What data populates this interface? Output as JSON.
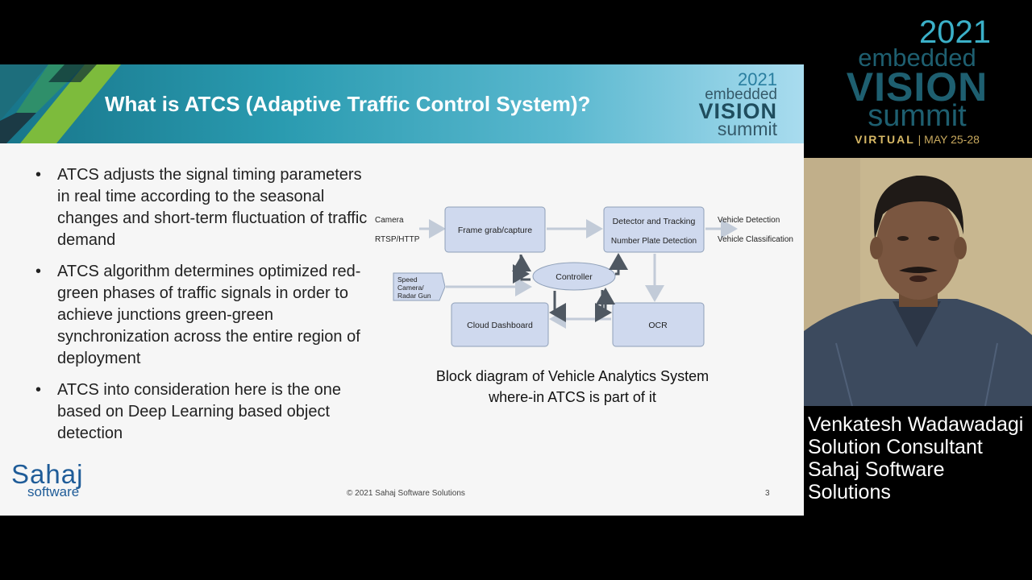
{
  "slide": {
    "title": "What is ATCS (Adaptive Traffic Control System)?",
    "header_logo": {
      "year": "2021",
      "line1": "embedded",
      "line2": "VISION",
      "line3": "summit"
    },
    "bullets": [
      "ATCS adjusts the signal timing parameters in real time according to the seasonal changes and short-term fluctuation of traffic demand",
      "ATCS algorithm determines optimized red-green phases of traffic signals in order to achieve junctions green-green synchronization across the entire region of deployment",
      "ATCS into consideration here is the one based on Deep Learning based object detection"
    ],
    "diagram": {
      "inputs": {
        "camera": "Camera",
        "protocol": "RTSP/HTTP"
      },
      "frame_grab": "Frame grab/capture",
      "detector_line1": "Detector and Tracking",
      "detector_line2": "Number Plate Detection",
      "outputs": {
        "detection": "Vehicle Detection",
        "classification": "Vehicle Classification"
      },
      "controller": "Controller",
      "speed_camera": {
        "line1": "Speed",
        "line2": "Camera/",
        "line3": "Radar Gun"
      },
      "cloud_dashboard": "Cloud Dashboard",
      "ocr": "OCR"
    },
    "caption_line1": "Block diagram of Vehicle Analytics System",
    "caption_line2": "where-in ATCS is part of it",
    "company_logo": {
      "line1": "Sahaj",
      "line2": "software"
    },
    "footer": "© 2021 Sahaj Software Solutions",
    "page_number": "3"
  },
  "event_logo": {
    "year": "2021",
    "line1": "embedded",
    "line2": "VISION",
    "line3": "summit",
    "virtual": "VIRTUAL",
    "separator": "|",
    "dates": "MAY 25-28"
  },
  "speaker": {
    "name": "Venkatesh Wadawadagi",
    "role": "Solution Consultant",
    "company_line1": "Sahaj Software",
    "company_line2": "Solutions"
  },
  "colors": {
    "header_accent": "#2a9bb0",
    "diagram_box": "#cfd9ee",
    "diagram_arrow": "#4f5862",
    "event_teal": "#1e5f70"
  }
}
